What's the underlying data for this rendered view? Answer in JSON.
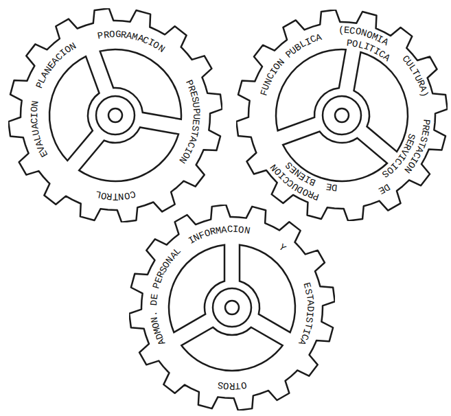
{
  "diagram": {
    "nodes": [
      {
        "text": [
          "PLANEACION",
          "PROGRAMACION",
          "PRESUPUESTACION",
          "CONTROL",
          "EVALUACION"
        ]
      },
      {
        "text": [
          "FUNCION PUBLICA",
          "(ECONOMIA POLITICA CULTURA)",
          "PRESTACION DE SERVICIOS",
          "PRODUCCION DE BIENES"
        ]
      },
      {
        "text": [
          "INFORMACION",
          "Y",
          "ESTADISTICA",
          "OTROS",
          "ADMON. DE PERSONAL"
        ]
      }
    ]
  }
}
